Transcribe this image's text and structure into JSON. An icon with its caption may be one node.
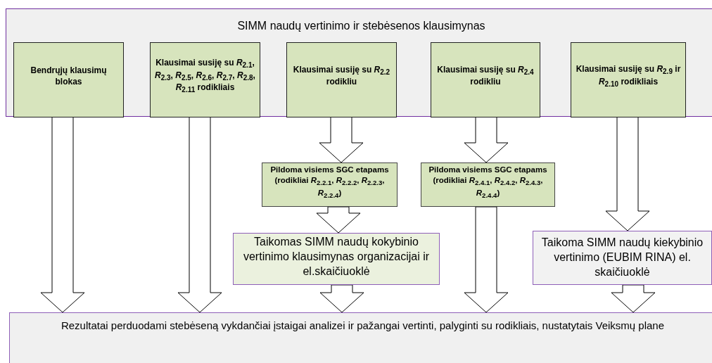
{
  "diagram": {
    "nodes": [
      {
        "text": [
          "SIMM naudų vertinimo ir stebėsenos klausimynas"
        ]
      },
      {
        "text": [
          "Bendrųjų klausimų blokas"
        ],
        "in": 0
      },
      {
        "text": [
          "Klausimai susiję su *R*$_{2.1}$, *R*$_{2.3}$,  *R*$_{2.5}$, *R*$_{2.6}$, *R*$_{2.7}$, *R*$_{2.8}$, *R*$_{2.11}$ rodikliais"
        ],
        "in": 0
      },
      {
        "text": [
          "Klausimai susiję su *R*$_{2.2}$ rodikliu"
        ],
        "in": 0
      },
      {
        "text": [
          "Klausimai susiję su *R*$_{2.4}$ rodikliu"
        ],
        "in": 0
      },
      {
        "text": [
          "Klausimai susiję su *R*$_{2.9}$ ir *R*$_{2.10}$ rodikliais"
        ],
        "in": 0
      },
      {
        "text": [
          "Pildoma visiems SGC etapams (rodikliai *R*$_{2.2.1}$, *R*$_{2.2.2}$, *R*$_{2.2.3}$, *R*$_{2.2.4}$)"
        ]
      },
      {
        "text": [
          "Pildoma visiems SGC etapams (rodikliai *R*$_{2.4.1}$, *R*$_{2.4.2}$, *R*$_{2.4.3}$, *R*$_{2.4.4}$)"
        ]
      },
      {
        "text": [
          "Taikomas SIMM naudų kokybinio vertinimo klausimynas organizacijai ir el.skaičiuoklė"
        ]
      },
      {
        "text": [
          "Taikoma SIMM naudų kiekybinio vertinimo (EUBIM RINA) el. skaičiuoklė"
        ]
      },
      {
        "text": [
          "Rezultatai perduodami stebėseną vykdančiai įstaigai analizei ir pažangai vertinti, palyginti su rodikliais, nustatytais Veiksmų plane"
        ]
      }
    ],
    "edges": [
      {
        "from": 1,
        "to": 10,
        "arrow": "to"
      },
      {
        "from": 2,
        "to": 10,
        "arrow": "to"
      },
      {
        "from": 3,
        "to": 6,
        "arrow": "to"
      },
      {
        "from": 6,
        "to": 8,
        "arrow": "to"
      },
      {
        "from": 8,
        "to": 10,
        "arrow": "to"
      },
      {
        "from": 4,
        "to": 7,
        "arrow": "to"
      },
      {
        "from": 7,
        "to": 10,
        "arrow": "to"
      },
      {
        "from": 5,
        "to": 9,
        "arrow": "to"
      },
      {
        "from": 9,
        "to": 10,
        "arrow": "to"
      }
    ]
  }
}
